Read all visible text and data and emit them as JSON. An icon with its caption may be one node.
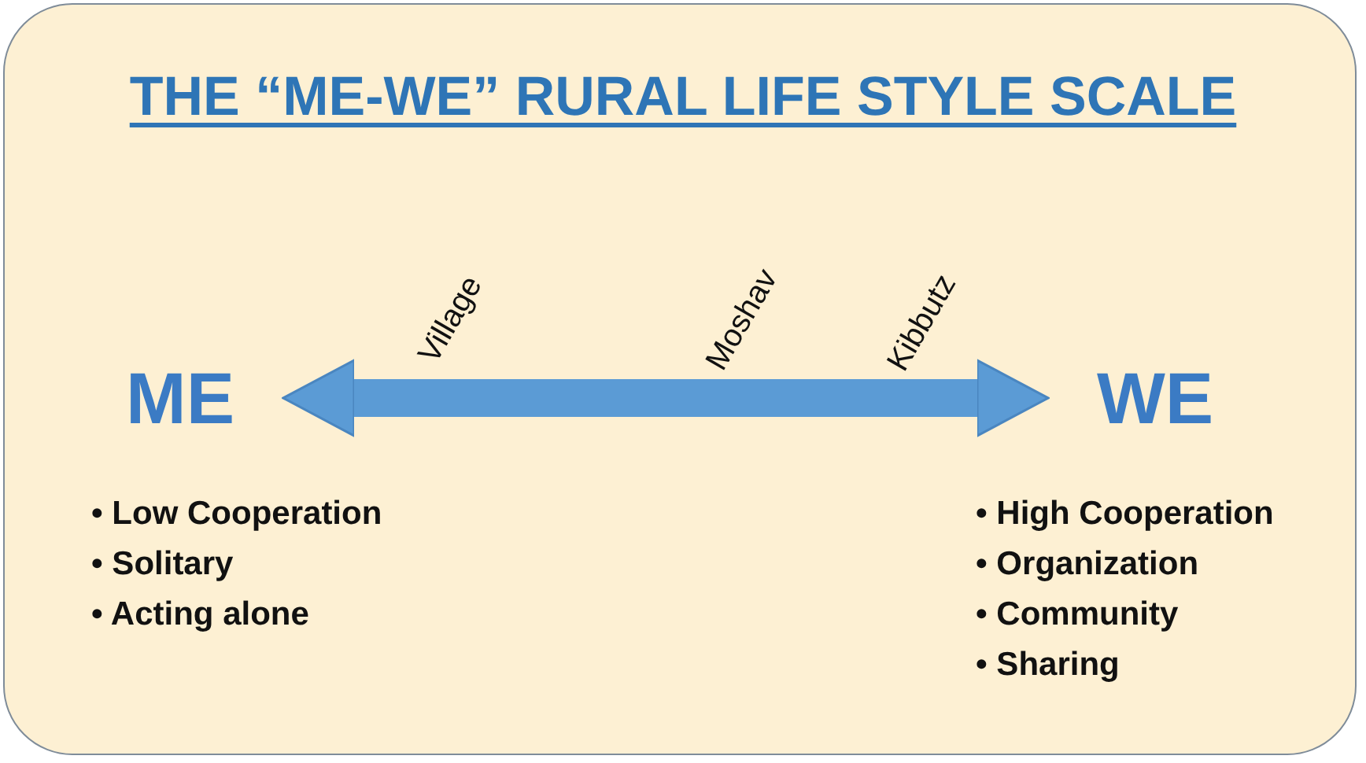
{
  "diagram": {
    "title": "THE “ME-WE” RURAL LIFE STYLE SCALE",
    "nodes": [
      {
        "text": [
          "ME"
        ],
        "beside": [
          "• Low Cooperation",
          "• Solitary",
          "• Acting alone"
        ]
      },
      {
        "text": [
          "WE"
        ],
        "beside": [
          "• High Cooperation",
          "• Organization",
          "• Community",
          "• Sharing"
        ]
      }
    ],
    "edges": [
      {
        "from": 0,
        "to": 1,
        "arrow": "both"
      }
    ],
    "labels": [
      "Village",
      "Moshav",
      "Kibbutz"
    ]
  }
}
